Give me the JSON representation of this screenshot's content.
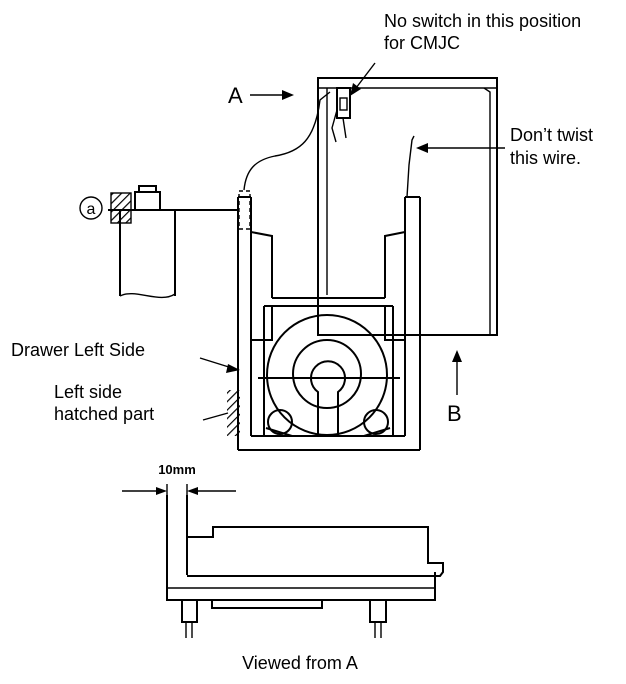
{
  "labels": {
    "no_switch_line1": "No switch in this position",
    "no_switch_line2": "for CMJC",
    "view_a": "A",
    "dont_twist_line1": "Don’t twist",
    "dont_twist_line2": "this wire.",
    "callout_a": "a",
    "drawer_left_side": "Drawer Left Side",
    "left_side_line1": "Left side",
    "left_side_line2": "hatched part",
    "view_b": "B",
    "dimension": "10mm",
    "viewed_from": "Viewed from A"
  },
  "colors": {
    "line": "#000000",
    "background": "#ffffff"
  }
}
